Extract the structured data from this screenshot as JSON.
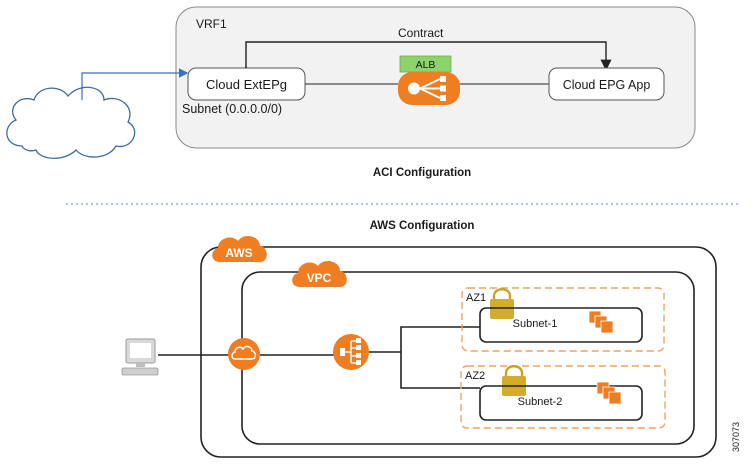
{
  "aci": {
    "vrf_label": "VRF1",
    "contract_label": "Contract",
    "ext_epg_label": "Cloud ExtEPg",
    "subnet_label": "Subnet (0.0.0.0/0)",
    "alb_label": "ALB",
    "app_epg_label": "Cloud EPG App",
    "section_title": "ACI Configuration"
  },
  "aws": {
    "section_title": "AWS Configuration",
    "aws_badge": "AWS",
    "vpc_badge": "VPC",
    "az1_label": "AZ1",
    "az2_label": "AZ2",
    "subnet1_label": "Subnet-1",
    "subnet2_label": "Subnet-2"
  },
  "figure_id": "307073",
  "colors": {
    "aws_orange": "#ef7d22",
    "alb_green": "#8dd36b",
    "vrf_fill": "#f2f2f2",
    "dashed_divider": "#8fb4d8",
    "az_dash": "#f0a35e",
    "lock_gold": "#c9a227",
    "arrow_blue": "#3b6fc4"
  },
  "icons": [
    "cloud-icon",
    "load-balancer-icon",
    "client-computer-icon",
    "internet-gateway-icon",
    "lock-icon",
    "instances-icon"
  ]
}
